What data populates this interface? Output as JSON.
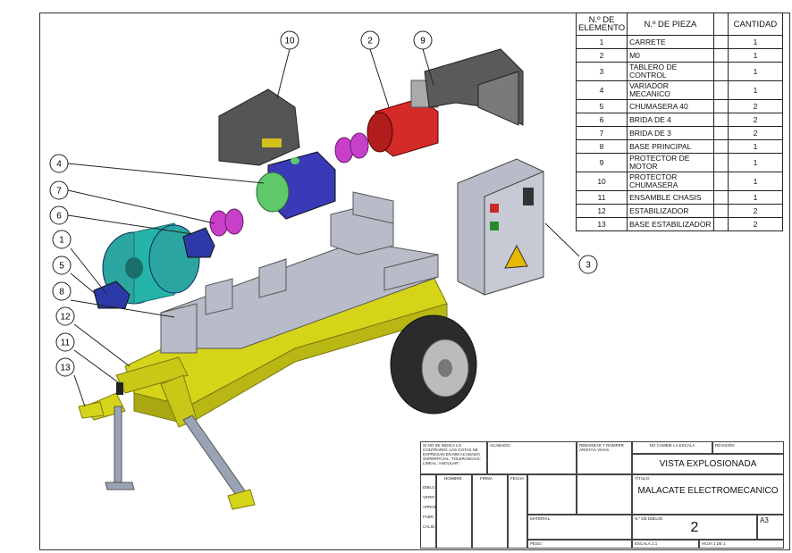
{
  "bom": {
    "headers": [
      "N.º DE ELEMENTO",
      "N.º DE PIEZA",
      "",
      "CANTIDAD"
    ],
    "rows": [
      {
        "n": "1",
        "name": "CARRETE",
        "qty": "1"
      },
      {
        "n": "2",
        "name": "M0",
        "qty": "1"
      },
      {
        "n": "3",
        "name": "TABLERO DE CONTROL",
        "qty": "1"
      },
      {
        "n": "4",
        "name": "VARIADOR MECANICO",
        "qty": "1"
      },
      {
        "n": "5",
        "name": "CHUMASERA  40",
        "qty": "2"
      },
      {
        "n": "6",
        "name": "BRIDA DE 4",
        "qty": "2"
      },
      {
        "n": "7",
        "name": "BRIDA DE 3",
        "qty": "2"
      },
      {
        "n": "8",
        "name": "BASE PRINCIPAL",
        "qty": "1"
      },
      {
        "n": "9",
        "name": "PROTECTOR DE MOTOR",
        "qty": "1"
      },
      {
        "n": "10",
        "name": "PROTECTOR CHUMASERA",
        "qty": "1"
      },
      {
        "n": "11",
        "name": "ENSAMBLE CHASIS",
        "qty": "1"
      },
      {
        "n": "12",
        "name": "ESTABILIZADOR",
        "qty": "2"
      },
      {
        "n": "13",
        "name": "BASE ESTABILIZADOR",
        "qty": "2"
      }
    ]
  },
  "balloons": [
    "10",
    "2",
    "9",
    "4",
    "7",
    "6",
    "1",
    "5",
    "8",
    "12",
    "11",
    "13",
    "3"
  ],
  "title_block": {
    "notes": "SI NO SE INDICA LO CONTRARIO: LAS COTAS SE EXPRESAN EN MM ACABADO SUPERFICIAL: TOLERANCIAS: LINEAL: ANGULAR:",
    "acabado": "ACABADO:",
    "rebarbar": "REBARBAR Y ROMPER ARISTAS VIVAS",
    "no_cambie": "NO CAMBIE LA ESCALA",
    "revision": "REVISIÓN",
    "view_title": "VISTA EXPLOSIONADA",
    "titulo_label": "TÍTULO:",
    "titulo": "MALACATE ELECTROMECANICO",
    "nombre": "NOMBRE",
    "firma": "FIRMA",
    "fecha": "FECHA",
    "roles": [
      "DIBUJ.",
      "VERIF.",
      "APROB.",
      "FABR.",
      "CALID."
    ],
    "material": "MATERIAL:",
    "n_dibujo_label": "N.º DE DIBUJO",
    "n_dibujo": "2",
    "size": "A3",
    "peso": "PESO:",
    "escala": "ESCALA:1:1",
    "hoja": "HOJA 1 DE 1"
  }
}
